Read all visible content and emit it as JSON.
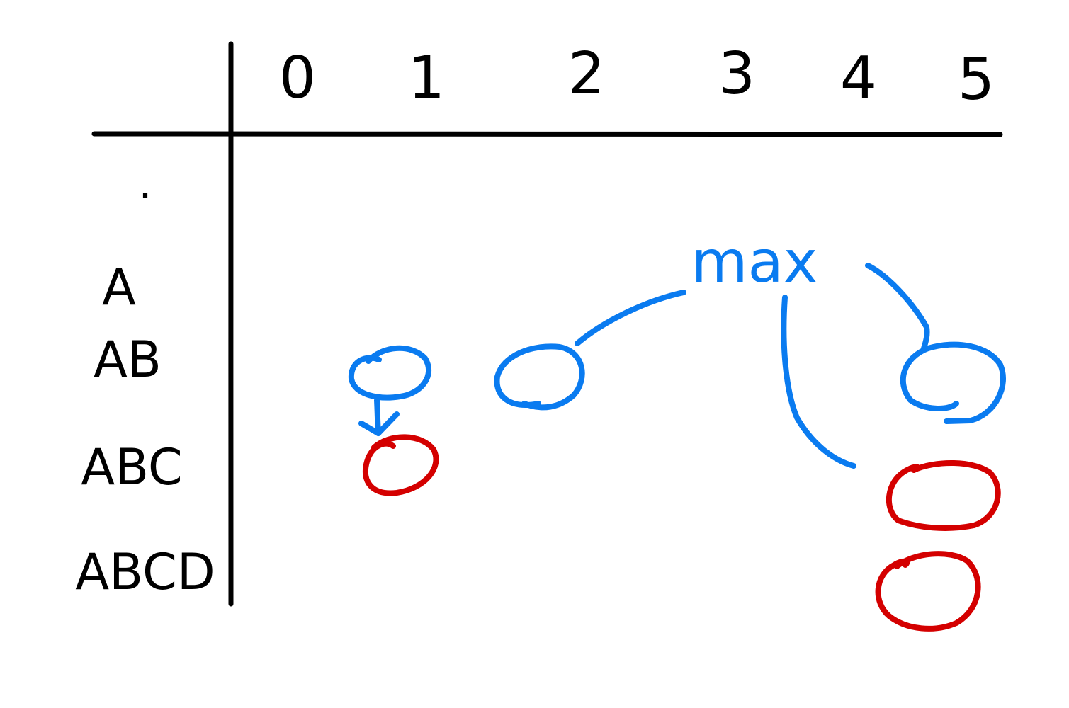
{
  "colors": {
    "ink": "#000000",
    "blue": "#0A7BF0",
    "red": "#D40000",
    "background": "#FFFFFF"
  },
  "column_headers": [
    "0",
    "1",
    "2",
    "3",
    "4",
    "5"
  ],
  "row_labels": [
    ".",
    "A",
    "AB",
    "ABC",
    "ABCD"
  ],
  "annotation": {
    "text": "max"
  }
}
